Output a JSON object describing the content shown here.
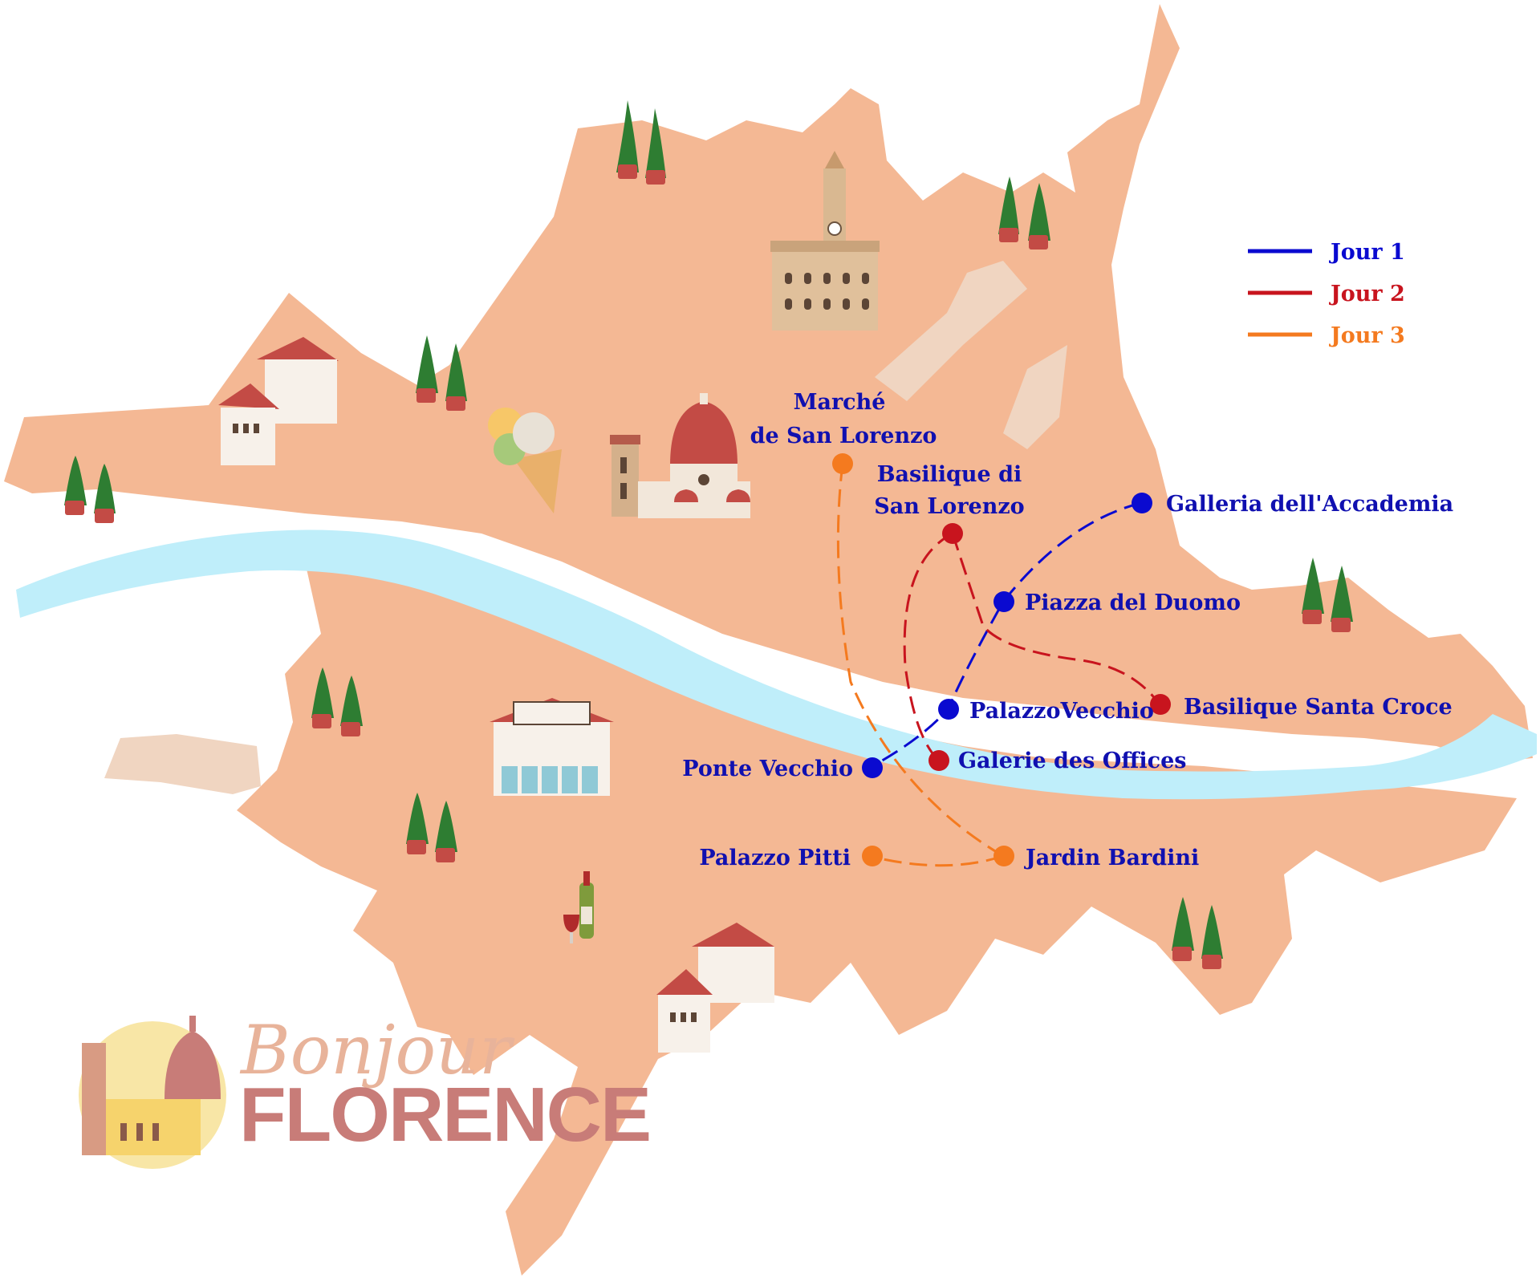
{
  "map": {
    "colors": {
      "land": "#f4b894",
      "river": "#bfeefa",
      "park": "#f0d5c1",
      "label": "#1010b0",
      "jour1": "#0a0ad0",
      "jour2": "#c8141e",
      "jour3": "#f47a1f"
    },
    "legend": [
      {
        "label": "Jour 1",
        "color": "#0a0ad0"
      },
      {
        "label": "Jour 2",
        "color": "#c8141e"
      },
      {
        "label": "Jour 3",
        "color": "#f47a1f"
      }
    ],
    "places": {
      "marche": "Marché\nde San Lorenzo",
      "basilique_lorenzo": "Basilique di\nSan Lorenzo",
      "galleria": "Galleria dell'Accademia",
      "duomo": "Piazza del Duomo",
      "santa_croce": "Basilique Santa Croce",
      "palazzo_vecchio": "PalazzoVecchio",
      "offices": "Galerie des Offices",
      "ponte_vecchio": "Ponte Vecchio",
      "pitti": "Palazzo Pitti",
      "bardini": "Jardin Bardini"
    },
    "icons": [
      "tower-icon",
      "cathedral-icon",
      "gelato-icon",
      "church-icon",
      "wine-icon",
      "house-icon",
      "cypress-icon"
    ]
  },
  "logo": {
    "script": "Bonjour",
    "main": "FLORENCE"
  }
}
